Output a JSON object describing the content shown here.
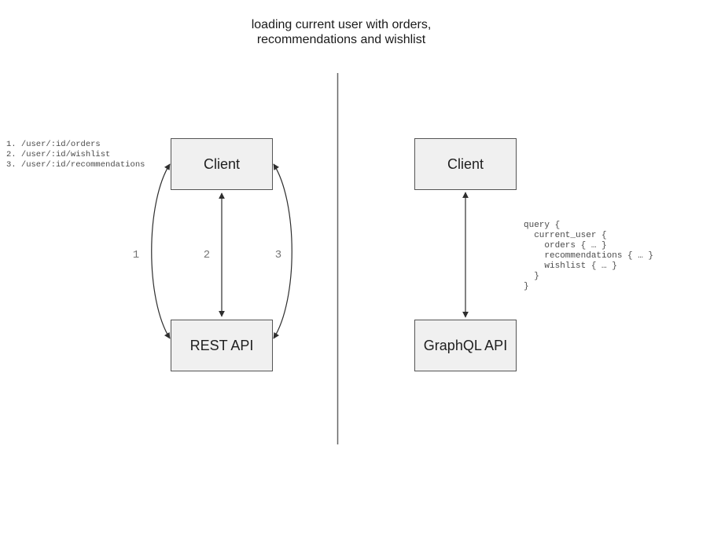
{
  "title": {
    "line1": "loading current user with orders,",
    "line2": "recommendations and wishlist"
  },
  "left_panel": {
    "endpoints": [
      "1. /user/:id/orders",
      "2. /user/:id/wishlist",
      "3. /user/:id/recommendations"
    ],
    "client_box_label": "Client",
    "api_box_label": "REST API",
    "arrow_labels": [
      "1",
      "2",
      "3"
    ]
  },
  "right_panel": {
    "client_box_label": "Client",
    "api_box_label": "GraphQL API",
    "query_lines": [
      "query {",
      "  current_user {",
      "    orders { … }",
      "    recommendations { … }",
      "    wishlist { … }",
      "  }",
      "}"
    ]
  },
  "colors": {
    "box_fill": "#f0f0f0",
    "box_border": "#555555",
    "arrow": "#2e2e2e",
    "divider": "#666666",
    "code_text": "#4a4a4a",
    "arrow_label_text": "#757575",
    "title_text": "#1a1a1a"
  }
}
